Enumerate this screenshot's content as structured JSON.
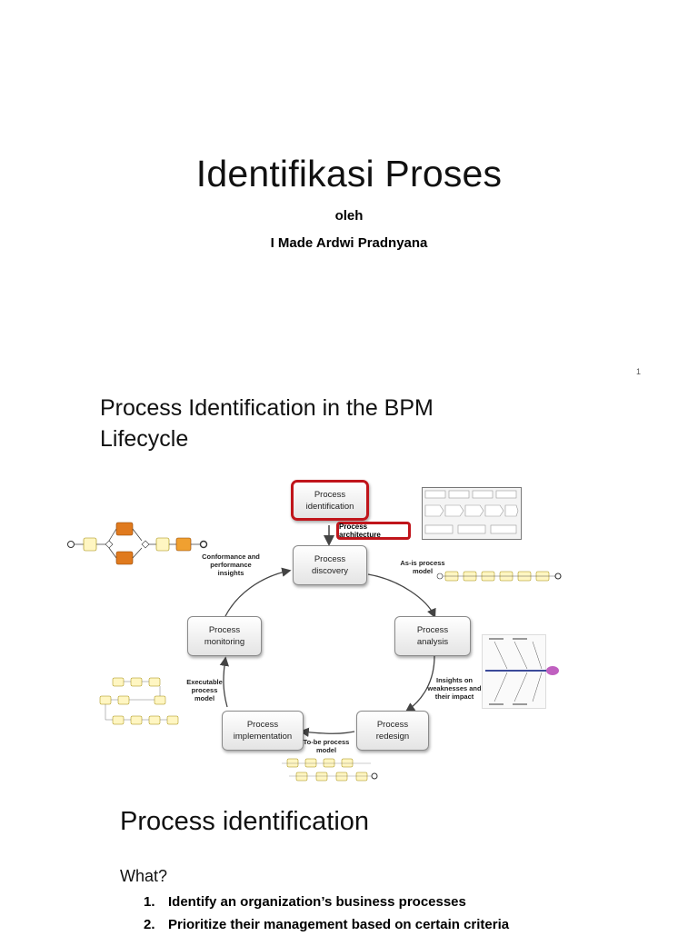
{
  "slide1": {
    "title": "Identifikasi Proses",
    "by": "oleh",
    "author": "I Made Ardwi Pradnyana",
    "page_number": "1"
  },
  "slide2": {
    "title_line1": "Process Identification in the BPM",
    "title_line2": "Lifecycle",
    "diagram": {
      "nodes": {
        "identification": "Process\nidentification",
        "discovery": "Process\ndiscovery",
        "analysis": "Process\nanalysis",
        "redesign": "Process\nredesign",
        "implementation": "Process\nimplementation",
        "monitoring": "Process\nmonitoring"
      },
      "architecture": "Process architecture",
      "labels": {
        "conformance": "Conformance and\nperformance\ninsights",
        "as_is": "As-is process\nmodel",
        "insights": "Insights on\nweaknesses and\ntheir impact",
        "to_be": "To-be process\nmodel",
        "executable": "Executable\nprocess\nmodel"
      },
      "colors": {
        "highlight": "#c0151b",
        "task": "#fff6c2",
        "task_hot": "#e07a1e"
      }
    }
  },
  "slide3": {
    "title": "Process identification",
    "question": "What?",
    "items": [
      {
        "num": "1.",
        "text": "Identify an organization’s business processes"
      },
      {
        "num": "2.",
        "text": "Prioritize their management based on certain criteria"
      }
    ]
  }
}
